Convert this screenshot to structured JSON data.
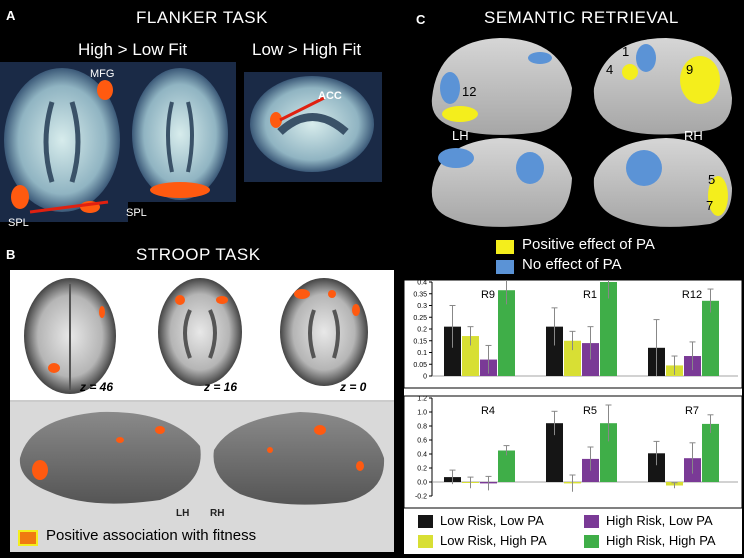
{
  "panel_a": {
    "letter": "A",
    "title": "FLANKER TASK",
    "subtitle_left": "High > Low Fit",
    "subtitle_right": "Low > High Fit",
    "labels": {
      "mfg": "MFG",
      "spl_left": "SPL",
      "spl_mid": "SPL",
      "acc": "ACC"
    }
  },
  "panel_b": {
    "letter": "B",
    "title": "STROOP TASK",
    "z_labels": [
      "z = 46",
      "z = 16",
      "z = 0"
    ],
    "hemi_left": "LH",
    "hemi_right": "RH",
    "legend_text": "Positive association with fitness",
    "legend_color": "#f07a10"
  },
  "panel_c": {
    "letter": "C",
    "title": "SEMANTIC RETRIEVAL",
    "hemi_left": "LH",
    "hemi_right": "RH",
    "region_numbers": {
      "r12": "12",
      "r1": "1",
      "r4": "4",
      "r9": "9",
      "r5": "5",
      "r7": "7"
    },
    "legend": [
      {
        "label": "Positive effect of PA",
        "color": "#f4ee1c"
      },
      {
        "label": "No effect of PA",
        "color": "#5b93d6"
      }
    ]
  },
  "colors": {
    "low_risk_low_pa": "#151515",
    "low_risk_high_pa": "#d8df34",
    "high_risk_low_pa": "#7a3a96",
    "high_risk_high_pa": "#3fae48",
    "activation": "#ff5a10",
    "yellow_region": "#f4ee1c",
    "blue_region": "#5b93d6"
  },
  "chart_data": [
    {
      "type": "bar",
      "regions": [
        "R9",
        "R1",
        "R12"
      ],
      "ylim": [
        0,
        0.4
      ],
      "yticks": [
        "0",
        "0.05",
        "0.1",
        "0.15",
        "0.2",
        "0.25",
        "0.3",
        "0.35",
        "0.4"
      ],
      "series": [
        {
          "name": "Low Risk, Low PA",
          "values": [
            0.21,
            0.21,
            0.12
          ],
          "errors": [
            0.09,
            0.08,
            0.12
          ]
        },
        {
          "name": "Low Risk, High PA",
          "values": [
            0.17,
            0.15,
            0.045
          ],
          "errors": [
            0.04,
            0.04,
            0.04
          ]
        },
        {
          "name": "High Risk, Low PA",
          "values": [
            0.07,
            0.14,
            0.085
          ],
          "errors": [
            0.06,
            0.07,
            0.06
          ]
        },
        {
          "name": "High Risk, High PA",
          "values": [
            0.365,
            0.4,
            0.32
          ],
          "errors": [
            0.06,
            0.07,
            0.05
          ]
        }
      ]
    },
    {
      "type": "bar",
      "regions": [
        "R4",
        "R5",
        "R7"
      ],
      "ylim": [
        -0.2,
        1.2
      ],
      "yticks": [
        "-0.2",
        "0.0",
        "0.2",
        "0.4",
        "0.6",
        "0.8",
        "1.0",
        "1.2"
      ],
      "series": [
        {
          "name": "Low Risk, Low PA",
          "values": [
            0.07,
            0.84,
            0.41
          ],
          "errors": [
            0.1,
            0.17,
            0.17
          ]
        },
        {
          "name": "Low Risk, High PA",
          "values": [
            -0.01,
            -0.02,
            -0.05
          ],
          "errors": [
            0.08,
            0.12,
            0.04
          ]
        },
        {
          "name": "High Risk, Low PA",
          "values": [
            -0.02,
            0.33,
            0.34
          ],
          "errors": [
            0.1,
            0.17,
            0.22
          ]
        },
        {
          "name": "High Risk, High PA",
          "values": [
            0.45,
            0.84,
            0.83
          ],
          "errors": [
            0.07,
            0.26,
            0.13
          ]
        }
      ]
    }
  ],
  "chart_legend": [
    {
      "label": "Low Risk, Low PA",
      "color": "#151515"
    },
    {
      "label": "High Risk, Low PA",
      "color": "#7a3a96"
    },
    {
      "label": "Low Risk, High PA",
      "color": "#d8df34"
    },
    {
      "label": "High Risk, High PA",
      "color": "#3fae48"
    }
  ]
}
